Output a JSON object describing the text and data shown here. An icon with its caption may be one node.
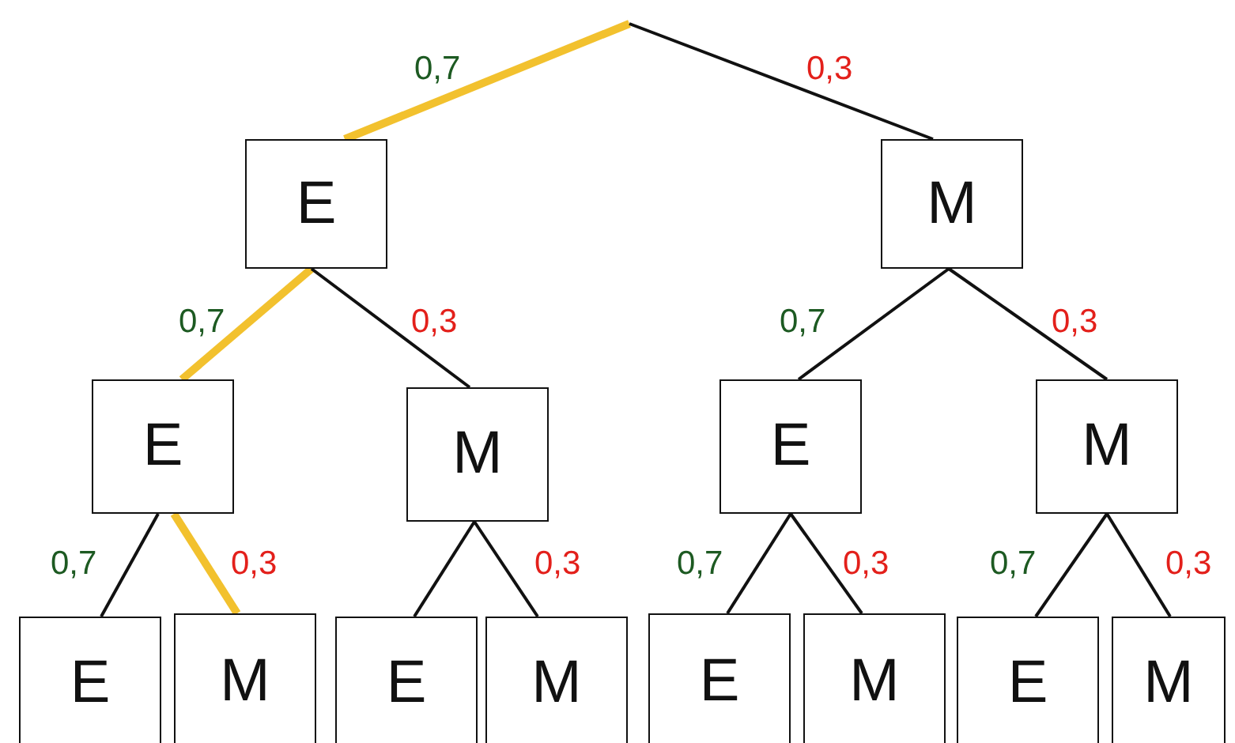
{
  "diagram": {
    "nodes": [
      {
        "text": [
          "E"
        ]
      },
      {
        "text": [
          "M"
        ]
      },
      {
        "text": [
          "E"
        ]
      },
      {
        "text": [
          "M"
        ]
      },
      {
        "text": [
          "E"
        ]
      },
      {
        "text": [
          "M"
        ]
      },
      {
        "text": [
          "E"
        ]
      },
      {
        "text": [
          "M"
        ]
      },
      {
        "text": [
          "E"
        ]
      },
      {
        "text": [
          "M"
        ]
      },
      {
        "text": [
          "E"
        ]
      },
      {
        "text": [
          "M"
        ]
      },
      {
        "text": [
          "E"
        ]
      },
      {
        "text": [
          "M"
        ]
      }
    ],
    "edges": [
      {
        "from": null,
        "to": 0,
        "arrow": "none",
        "label": "0,7",
        "style": "thick",
        "color": "#f2c12e"
      },
      {
        "from": null,
        "to": 1,
        "arrow": "none",
        "label": "0,3"
      },
      {
        "from": 0,
        "to": 2,
        "arrow": "none",
        "label": "0,7",
        "style": "thick",
        "color": "#f2c12e"
      },
      {
        "from": 0,
        "to": 3,
        "arrow": "none",
        "label": "0,3"
      },
      {
        "from": 1,
        "to": 4,
        "arrow": "none",
        "label": "0,7"
      },
      {
        "from": 1,
        "to": 5,
        "arrow": "none",
        "label": "0,3"
      },
      {
        "from": 2,
        "to": 6,
        "arrow": "none",
        "label": "0,7"
      },
      {
        "from": 2,
        "to": 7,
        "arrow": "none",
        "label": "0,3",
        "style": "thick",
        "color": "#f2c12e"
      },
      {
        "from": 3,
        "to": 8,
        "arrow": "none"
      },
      {
        "from": 3,
        "to": 9,
        "arrow": "none",
        "label": "0,3"
      },
      {
        "from": 4,
        "to": 10,
        "arrow": "none",
        "label": "0,7"
      },
      {
        "from": 4,
        "to": 11,
        "arrow": "none",
        "label": "0,3"
      },
      {
        "from": 5,
        "to": 12,
        "arrow": "none",
        "label": "0,7"
      },
      {
        "from": 5,
        "to": 13,
        "arrow": "none",
        "label": "0,3"
      }
    ]
  }
}
